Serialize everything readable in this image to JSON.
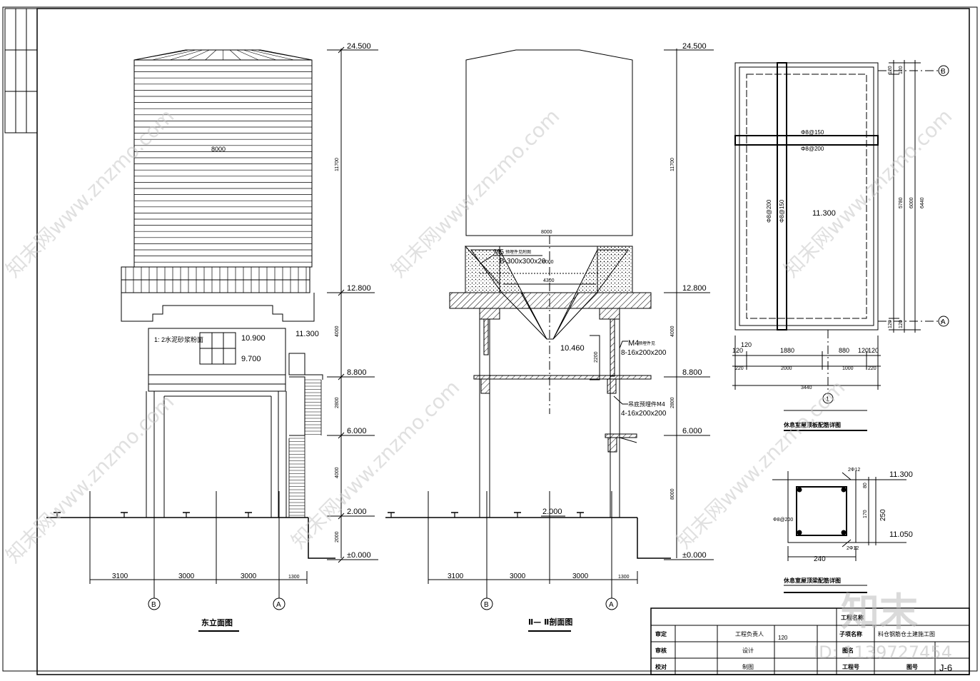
{
  "drawing_number": "J-6",
  "watermark": {
    "text": "知末网www.znzmo.com",
    "logo_text": "知末",
    "id_text": "ID: 1139727454"
  },
  "left_elevation": {
    "title": "东立面图",
    "width_label": "8000",
    "window_note": "1: 2水泥砂浆粉面",
    "levels": [
      "24.500",
      "12.800",
      "11.300",
      "10.900",
      "9.700",
      "8.800",
      "6.000",
      "2.000",
      "±0.000"
    ],
    "vertical_dims": [
      "11700",
      "4000",
      "2800",
      "4000",
      "2000"
    ],
    "horizontal_dims": [
      "3100",
      "3000",
      "3000",
      "1300"
    ],
    "axes": [
      "B",
      "A"
    ]
  },
  "section": {
    "title": "Ⅱ— Ⅱ剖面图",
    "width_label": "8000",
    "width_label_2": "6000",
    "hopper_label": "4300",
    "m5_label": "M5",
    "m5_note": "预埋件见附图",
    "plate_label": "B-300x300x20",
    "m4_label": "M4",
    "m4_note": "预埋件见",
    "m4_spec": "8-16x200x200",
    "m4b_note": "吊底预埋件M4",
    "m4b_spec": "4-16x200x200",
    "hopper_level": "10.460",
    "inner_dim": "2200",
    "levels": [
      "24.500",
      "12.800",
      "8.800",
      "6.000",
      "2.000",
      "±0.000"
    ],
    "vertical_dims": [
      "11700",
      "4000",
      "2800",
      "8000"
    ],
    "horizontal_dims": [
      "3100",
      "3000",
      "3000",
      "1300"
    ],
    "axes": [
      "B",
      "A"
    ]
  },
  "plan": {
    "title": "休息室屋顶板配筋详图",
    "rebar_top_1": "Φ8@150",
    "rebar_top_2": "Φ8@200",
    "rebar_v1": "Φ8@200",
    "rebar_v2": "Φ8@150",
    "level": "11.300",
    "right_dims": [
      "120",
      "120",
      "5780",
      "6000",
      "6440",
      "120",
      "120"
    ],
    "bottom_row1": [
      "120",
      "120",
      "1880",
      "880",
      "120",
      "120"
    ],
    "bottom_row2": [
      "220",
      "2000",
      "1000",
      "220"
    ],
    "bottom_total": "3440",
    "axes": [
      "B",
      "A",
      "1"
    ]
  },
  "beam": {
    "title": "休息室屋顶梁配筋详图",
    "top_rebar": "2Φ12",
    "bottom_rebar": "2Φ12",
    "stirrup": "Φ8@200",
    "level_top": "11.300",
    "level_bottom": "11.050",
    "height": "250",
    "inner_h": "170",
    "top_h": "80",
    "width": "240"
  },
  "title_block": {
    "row1": [
      "审定",
      "",
      "工程负责人",
      "120",
      "",
      "子项名称",
      "料仓钢筋仓土建施工图"
    ],
    "row2": [
      "审核",
      "",
      "设计",
      "",
      "",
      "图名",
      ""
    ],
    "row3": [
      "校对",
      "",
      "制图",
      "",
      "",
      "工程号",
      "图号"
    ],
    "top_right": "工程名称"
  }
}
